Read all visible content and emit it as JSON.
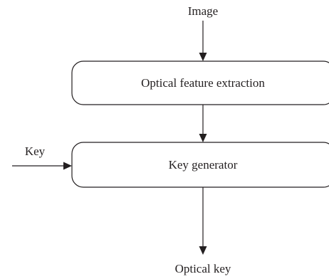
{
  "diagram": {
    "input_label": "Image",
    "box1_label": "Optical feature extraction",
    "side_input_label": "Key",
    "box2_label": "Key generator",
    "output_label": "Optical key"
  },
  "colors": {
    "stroke": "#231f20",
    "background": "#ffffff"
  }
}
